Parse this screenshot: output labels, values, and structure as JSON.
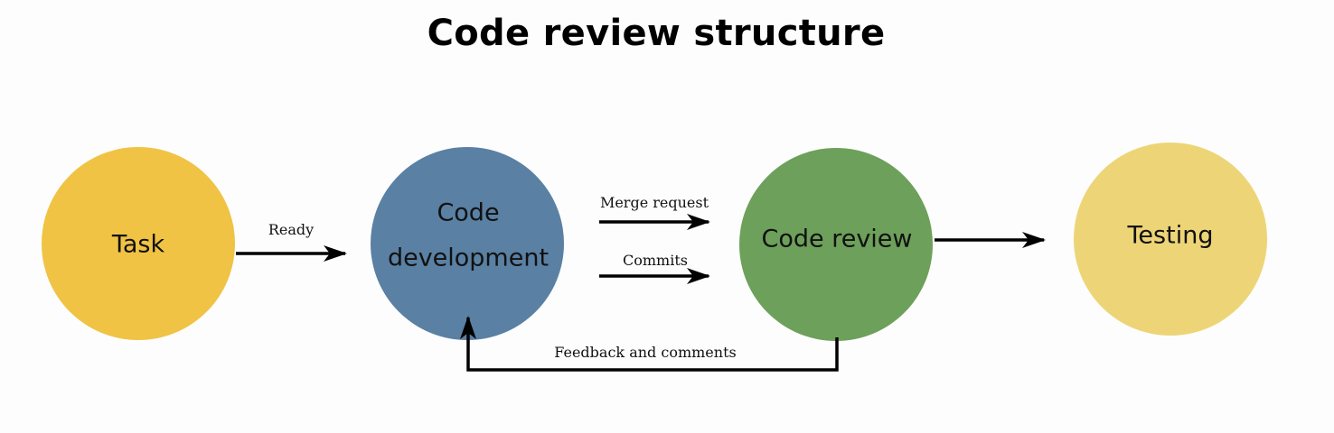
{
  "title": "Code review structure",
  "nodes": {
    "task": {
      "label": "Task",
      "color": "#F0C344"
    },
    "code_development": {
      "label_line1": "Code",
      "label_line2": "development",
      "color": "#5A80A3"
    },
    "code_review": {
      "label": "Code review",
      "color": "#6DA05A"
    },
    "testing": {
      "label": "Testing",
      "color": "#EDD577"
    }
  },
  "edges": {
    "ready": "Ready",
    "merge_request": "Merge request",
    "commits": "Commits",
    "feedback": "Feedback and comments"
  },
  "colors": {
    "arrow": "#000000",
    "background": "#FDFDFD"
  }
}
